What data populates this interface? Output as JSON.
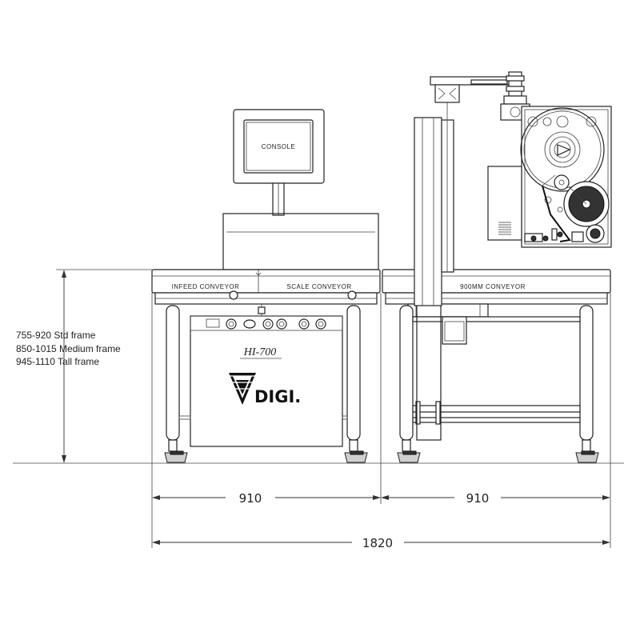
{
  "labels": {
    "console": "CONSOLE",
    "infeed_conveyor": "INFEED CONVEYOR",
    "scale_conveyor": "SCALE CONVEYOR",
    "conveyor_900mm": "900MM CONVEYOR",
    "model": "HI-700",
    "brand": "DIGI."
  },
  "dimensions": {
    "left_width": "910",
    "right_width": "910",
    "total_width": "1820"
  },
  "frame_heights": [
    "755-920 Std frame",
    "850-1015 Medium frame",
    "945-1110 Tall frame"
  ]
}
